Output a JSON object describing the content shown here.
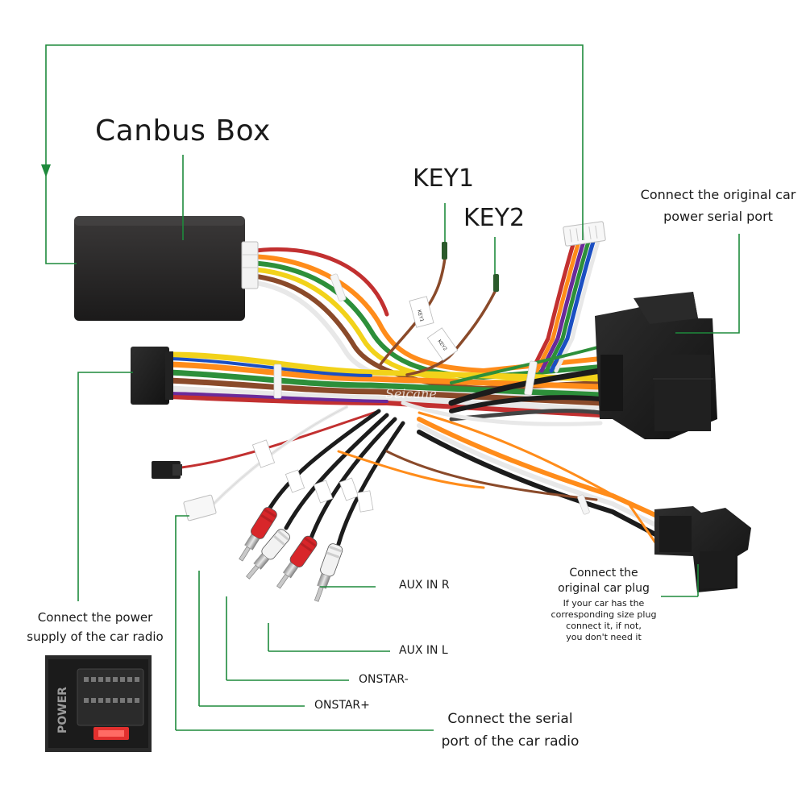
{
  "labels": {
    "canbus_box": "Canbus Box",
    "key1": "KEY1",
    "key2": "KEY2",
    "power_serial_line1": "Connect the original car",
    "power_serial_line2": "power serial port",
    "plug_line1": "Connect the",
    "plug_line2": "original car plug",
    "plug_note_line1": "If your car has the",
    "plug_note_line2": "corresponding size plug",
    "plug_note_line3": "connect it, if not,",
    "plug_note_line4": "you don't need it",
    "aux_in_r": "AUX IN R",
    "aux_in_l": "AUX IN L",
    "onstar_minus": "ONSTAR-",
    "onstar_plus": "ONSTAR+",
    "power_supply_line1": "Connect the power",
    "power_supply_line2": "supply of the car radio",
    "serial_radio_line1": "Connect the serial",
    "serial_radio_line2": "port of the car radio",
    "power_connector_text": "POWER",
    "watermark": "Seicane",
    "tag_key1": "KEY1",
    "tag_key2": "KEY2"
  },
  "colors": {
    "leader_line": "#1e8a3c",
    "text": "#1a1a1a",
    "connector_body": "#1c1c1c",
    "rca_red": "#d8262a",
    "rca_white": "#f2f2f2"
  },
  "icons": [
    "rca-plug-icon",
    "fuse-icon",
    "connector-pin-icon"
  ]
}
